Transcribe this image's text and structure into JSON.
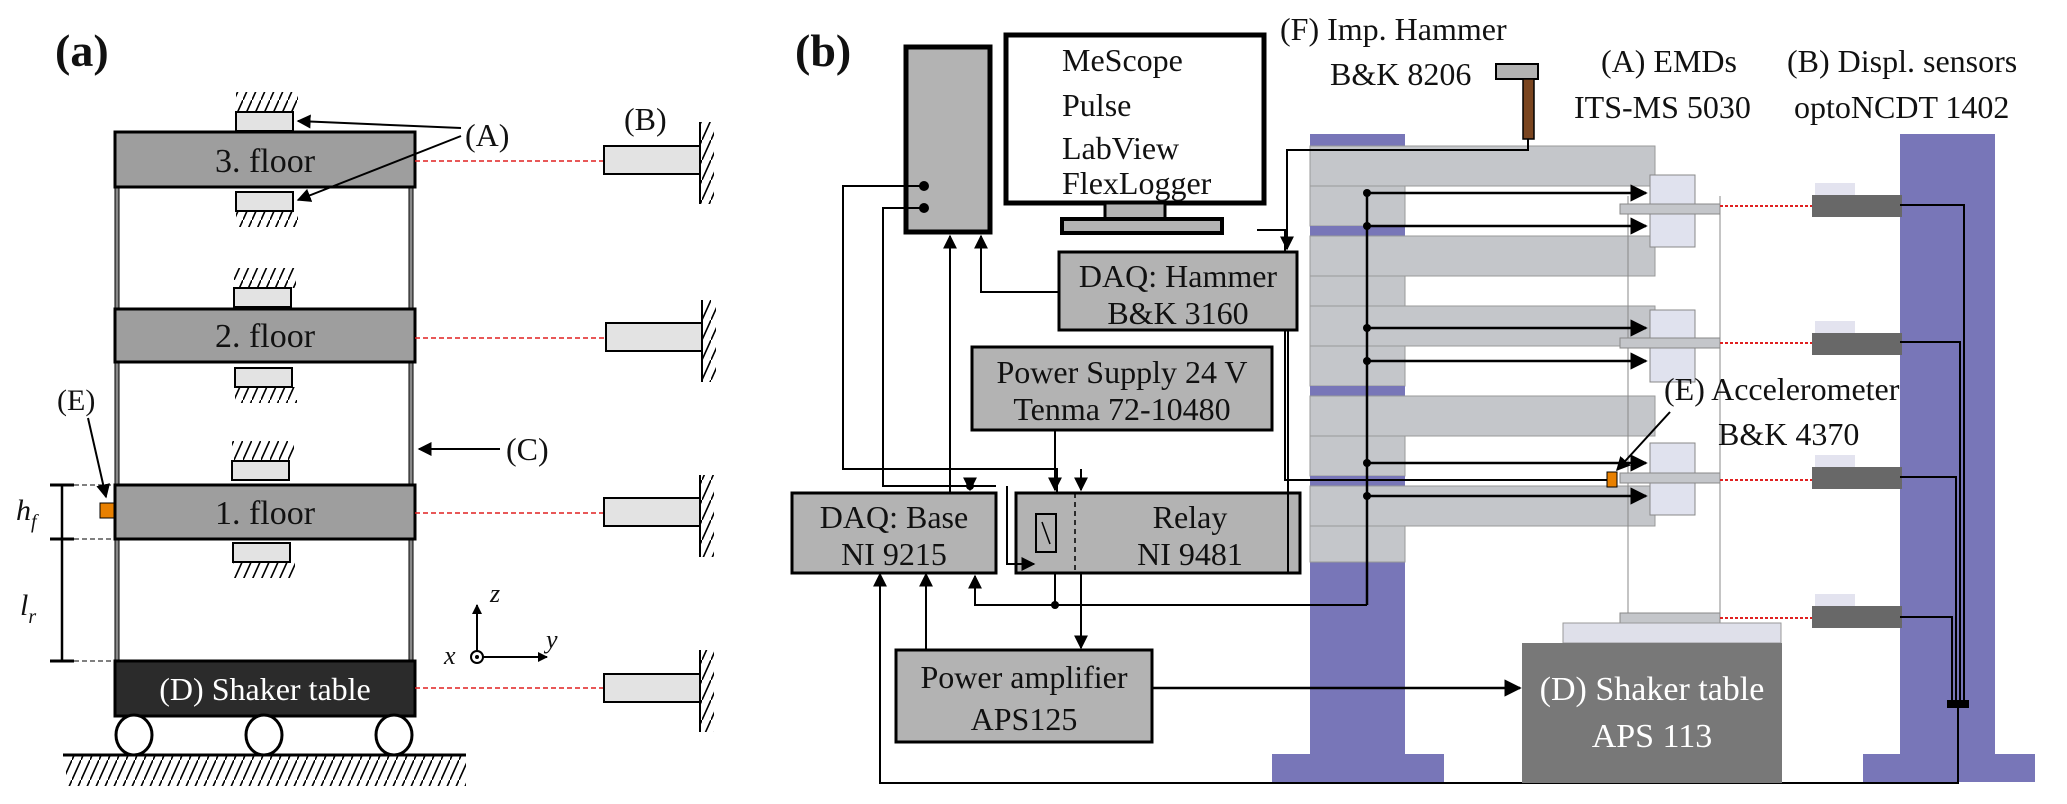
{
  "panel_a": {
    "label": "(a)",
    "floors": [
      "3. floor",
      "2. floor",
      "1. floor"
    ],
    "shaker": "(D) Shaker table",
    "callouts": {
      "A": "(A)",
      "B": "(B)",
      "C": "(C)",
      "E": "(E)"
    },
    "dims": {
      "hf": "h",
      "hf_sub": "f",
      "lr": "l",
      "lr_sub": "r"
    },
    "axes": {
      "x": "x",
      "y": "y",
      "z": "z"
    }
  },
  "panel_b": {
    "label": "(b)",
    "software": [
      "MeScope",
      "Pulse",
      "LabView",
      "FlexLogger"
    ],
    "hammer": {
      "line1": "(F) Imp. Hammer",
      "line2": "B&K 8206"
    },
    "emds": {
      "line1": "(A) EMDs",
      "line2": "ITS-MS 5030"
    },
    "sensors": {
      "line1": "(B) Displ. sensors",
      "line2": "optoNCDT 1402"
    },
    "accel": {
      "line1": "(E) Accelerometer",
      "line2": "B&K 4370"
    },
    "daq_hammer": {
      "line1": "DAQ: Hammer",
      "line2": "B&K 3160"
    },
    "power_supply": {
      "line1": "Power Supply 24 V",
      "line2": "Tenma 72-10480"
    },
    "daq_base": {
      "line1": "DAQ: Base",
      "line2": "NI 9215"
    },
    "relay": {
      "line1": "Relay",
      "line2": "NI 9481"
    },
    "amplifier": {
      "line1": "Power amplifier",
      "line2": "APS125"
    },
    "shaker": {
      "line1": "(D) Shaker table",
      "line2": "APS 113"
    }
  },
  "colors": {
    "floor_gray": "#9e9e9e",
    "box_gray": "#b3b3b3",
    "shaker_dark": "#2b2b2b",
    "shaker_b": "#787878",
    "purple": "#7876b8",
    "frame_gray": "#c4c6ca",
    "sensor_light": "#e3e3e3",
    "sensor_dark": "#686868",
    "laser_red": "#e02020",
    "accel_orange": "#e88000",
    "hammer_brown": "#7a4520"
  }
}
